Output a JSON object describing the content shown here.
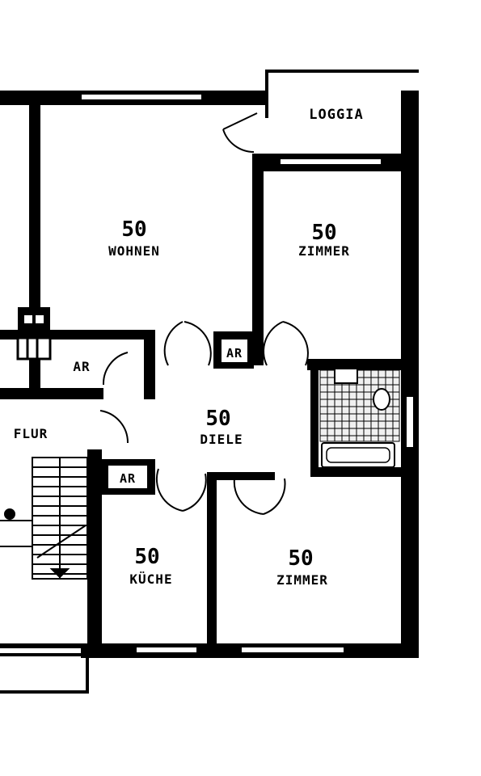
{
  "rooms": {
    "loggia": {
      "label": "LOGGIA"
    },
    "wohnen": {
      "number": "50",
      "label": "WOHNEN"
    },
    "zimmer_top": {
      "number": "50",
      "label": "ZIMMER"
    },
    "diele": {
      "number": "50",
      "label": "DIELE"
    },
    "flur": {
      "label": "FLUR"
    },
    "kueche": {
      "number": "50",
      "label": "KÜCHE"
    },
    "zimmer_bottom": {
      "number": "50",
      "label": "ZIMMER"
    },
    "ar_left": {
      "label": "AR"
    },
    "ar_center": {
      "label": "AR"
    },
    "ar_lower": {
      "label": "AR"
    }
  },
  "colors": {
    "wall": "#000000",
    "background": "#ffffff"
  }
}
